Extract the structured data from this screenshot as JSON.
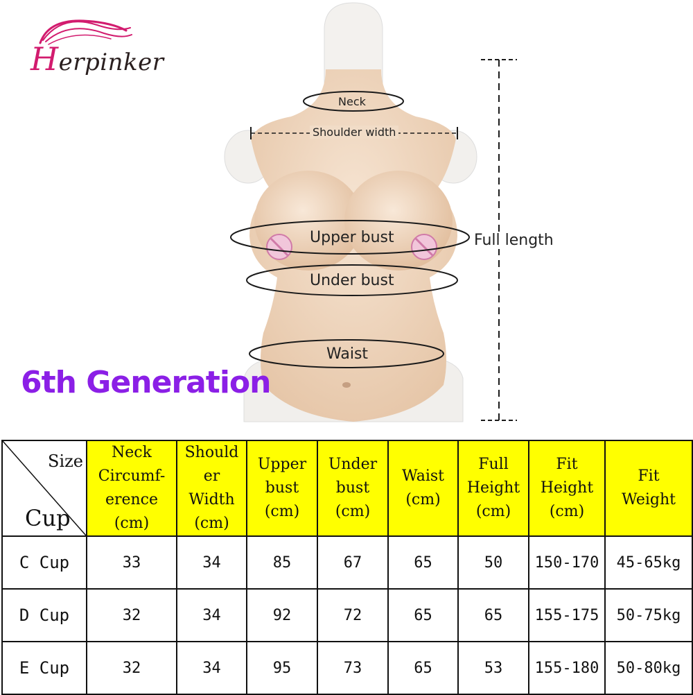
{
  "brand": {
    "name_cap": "H",
    "name_rest": "erpinker"
  },
  "generation_title": "6th Generation",
  "figure_labels": {
    "neck": "Neck",
    "shoulder_width": "Shoulder width",
    "upper_bust": "Upper bust",
    "under_bust": "Under bust",
    "waist": "Waist",
    "full_length": "Full length"
  },
  "colors": {
    "header_yellow": "#ffff00",
    "title_purple": "#8b1fe6",
    "logo_pink": "#d21b6e",
    "skin": "#f0d8c2"
  },
  "table": {
    "corner_size": "Size",
    "corner_cup": "Cup",
    "headers": [
      [
        "Neck",
        "Circumf-",
        "erence",
        "(cm)"
      ],
      [
        "Should",
        "er",
        "Width",
        "(cm)"
      ],
      [
        "Upper",
        "bust",
        "(cm)"
      ],
      [
        "Under",
        "bust",
        "(cm)"
      ],
      [
        "Waist",
        "(cm)"
      ],
      [
        "Full",
        "Height",
        "(cm)"
      ],
      [
        "Fit",
        "Height",
        "(cm)"
      ],
      [
        "Fit",
        "Weight"
      ]
    ],
    "rows": [
      {
        "cup": "C Cup",
        "values": [
          "33",
          "34",
          "85",
          "67",
          "65",
          "50",
          "150-170",
          "45-65kg"
        ]
      },
      {
        "cup": "D Cup",
        "values": [
          "32",
          "34",
          "92",
          "72",
          "65",
          "65",
          "155-175",
          "50-75kg"
        ]
      },
      {
        "cup": "E Cup",
        "values": [
          "32",
          "34",
          "95",
          "73",
          "65",
          "53",
          "155-180",
          "50-80kg"
        ]
      }
    ]
  }
}
